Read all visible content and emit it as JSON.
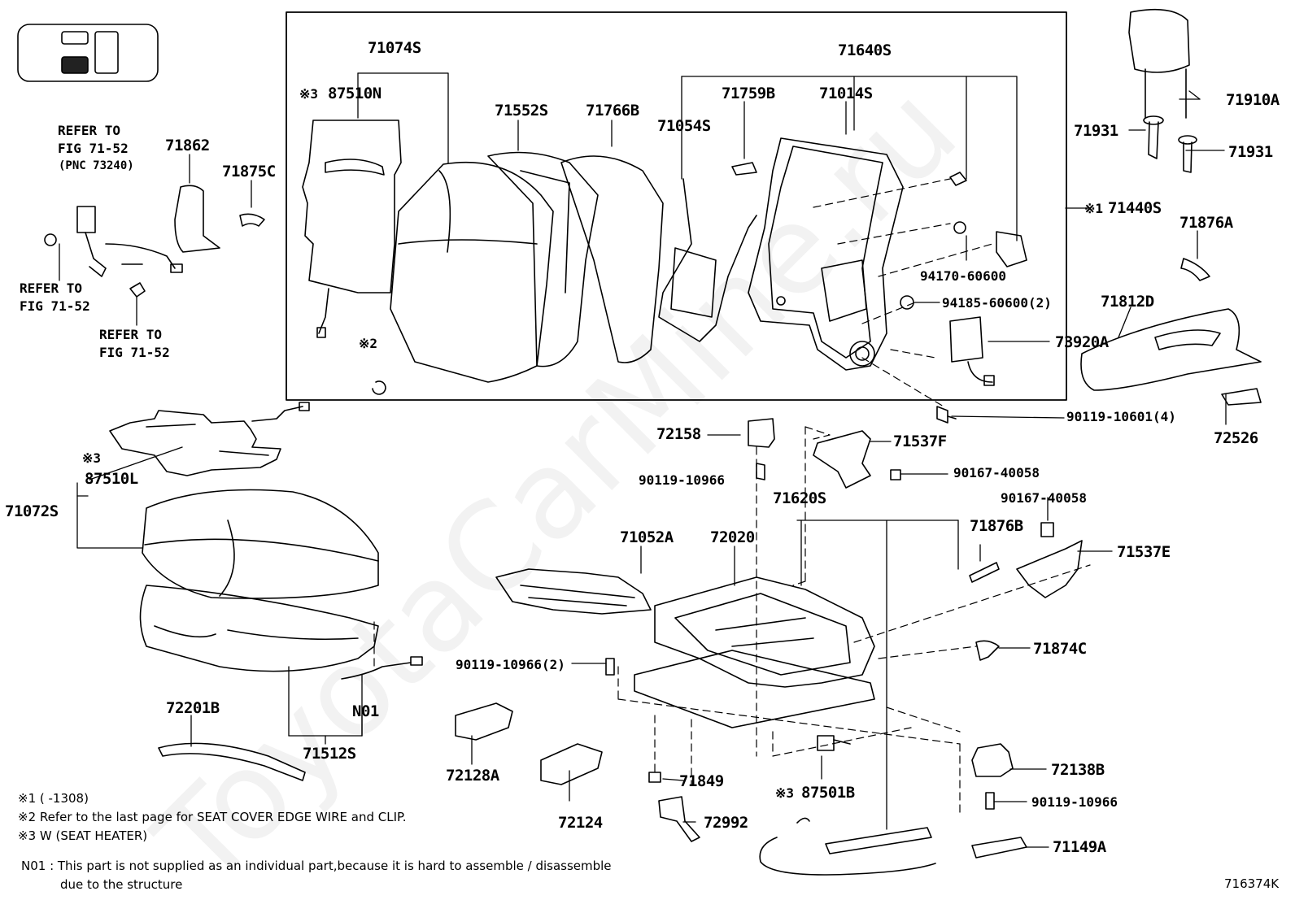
{
  "diagram": {
    "figure_id": "716374K",
    "watermark": "ToyotaCarMine.ru",
    "labels": {
      "p71074S": "71074S",
      "p87510N": "87510N",
      "mark3": "※3",
      "mark2": "※2",
      "mark1": "※1",
      "p71552S": "71552S",
      "p71766B": "71766B",
      "p71054S": "71054S",
      "p71759B": "71759B",
      "p71640S": "71640S",
      "p71014S": "71014S",
      "p94170": "94170-60600",
      "p94185": "94185-60600(2)",
      "p73920A": "73920A",
      "p71440S": "71440S",
      "p71910A": "71910A",
      "p71931": "71931",
      "p71876A": "71876A",
      "p71812D": "71812D",
      "p72526": "72526",
      "p90119_10601": "90119-10601(4)",
      "p72158": "72158",
      "p71537F": "71537F",
      "p90119_10966": "90119-10966",
      "p90167_40058": "90167-40058",
      "p71620S": "71620S",
      "p71876B": "71876B",
      "p71537E": "71537E",
      "p71052A": "71052A",
      "p72020": "72020",
      "p71874C": "71874C",
      "p90119_10966_2": "90119-10966(2)",
      "p87510L": "87510L",
      "p71072S": "71072S",
      "p72201B": "72201B",
      "p71512S": "71512S",
      "N01": "N01",
      "p72128A": "72128A",
      "p72124": "72124",
      "p71849": "71849",
      "p72992": "72992",
      "p87501B": "87501B",
      "p72138B": "72138B",
      "p71149A": "71149A",
      "p71862": "71862",
      "p71875C": "71875C",
      "refer_to": "REFER TO",
      "fig_71_52": "FIG 71-52",
      "pnc_73240": "(PNC 73240)"
    },
    "notes": {
      "n1": "※1 (      -1308)",
      "n2": "※2 Refer to the last page for SEAT COVER EDGE WIRE and CLIP.",
      "n3": "※3 W (SEAT HEATER)",
      "n01_line1": "N01 : This part is not supplied as an individual part,because it is hard to assemble / disassemble",
      "n01_line2": "due to the structure"
    }
  }
}
